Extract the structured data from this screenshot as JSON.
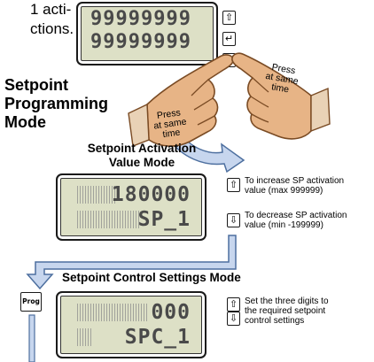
{
  "top_text": {
    "line1": "1 acti-",
    "line2": "ctions."
  },
  "mode_heading": {
    "line1": "Setpoint",
    "line2": "Programming",
    "line3": "Mode"
  },
  "display1": {
    "row1": "99999999",
    "row2": "99999999"
  },
  "press_left": {
    "line1": "Press",
    "line2": "at same",
    "line3": "time"
  },
  "press_right": {
    "line1": "Press",
    "line2": "at same",
    "line3": "time"
  },
  "activation_heading": {
    "line1": "Setpoint Activation",
    "line2": "Value Mode"
  },
  "display2": {
    "row1": "180000",
    "row2": "SP_1"
  },
  "increase_note": {
    "line1": "To increase SP activation",
    "line2": "value (max 999999)"
  },
  "decrease_note": {
    "line1": "To decrease SP activation",
    "line2": "value (min -199999)"
  },
  "control_heading": "Setpoint Control Settings Mode",
  "prog_label": "Prog",
  "display3": {
    "row1": "000",
    "row2": "SPC_1"
  },
  "control_note": {
    "line1": "Set the three digits to",
    "line2": "the required setpoint",
    "line3": "control settings"
  },
  "icons": {
    "up": "up-arrow-icon",
    "down": "down-arrow-icon",
    "enter": "enter-key-icon",
    "hand": "pressing-hand-icon"
  },
  "colors": {
    "lcd_bg": "#dde0c6",
    "flow_arrow_fill": "#c7d6ee",
    "flow_arrow_stroke": "#4d6f9f",
    "hand_fill": "#e7b486",
    "hand_stroke": "#7a4b24"
  }
}
